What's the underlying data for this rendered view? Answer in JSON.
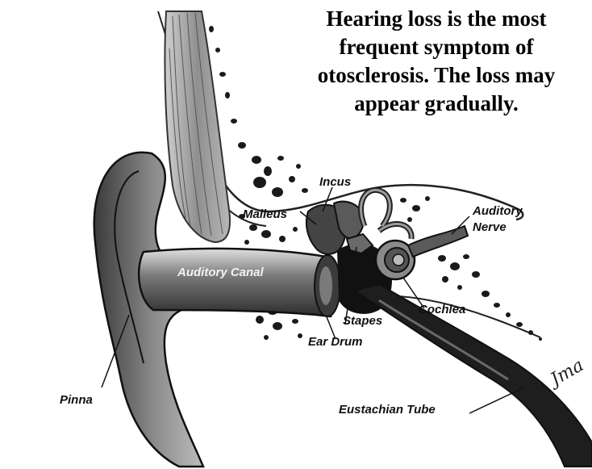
{
  "caption": "Hearing loss is the most frequent symptom of otosclerosis. The loss may appear gradually.",
  "labels": {
    "incus": "Incus",
    "malleus": "Malleus",
    "auditory_nerve_line1": "Auditory",
    "auditory_nerve_line2": "Nerve",
    "auditory_canal": "Auditory Canal",
    "cochlea": "Cochlea",
    "stapes": "Stapes",
    "ear_drum": "Ear Drum",
    "pinna": "Pinna",
    "eustachian_tube": "Eustachian Tube"
  },
  "signature": "Jma"
}
